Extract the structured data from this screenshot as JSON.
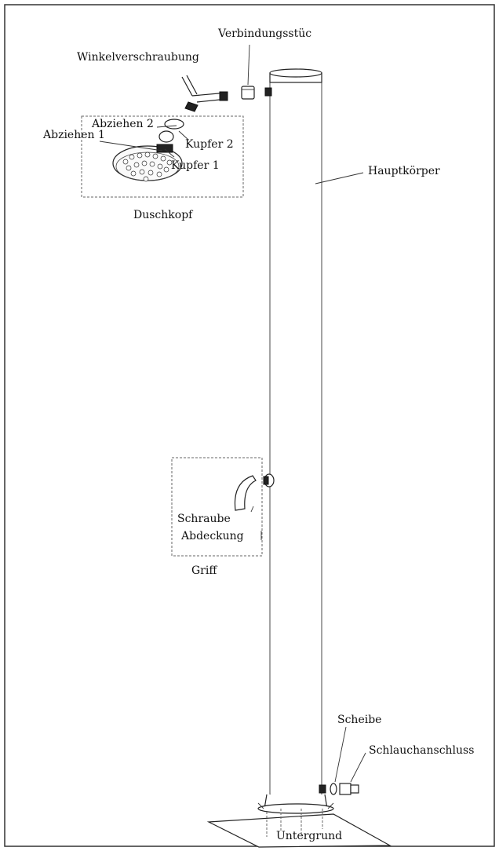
{
  "labels": {
    "connector": "Verbindungsstüc",
    "elbow": "Winkelverschraubung",
    "pull2": "Abziehen 2",
    "pull1": "Abziehen 1",
    "copper2": "Kupfer 2",
    "copper1": "Kupfer 1",
    "showerhead": "Duschkopf",
    "main_body": "Hauptkörper",
    "screw": "Schraube",
    "cover": "Abdeckung",
    "handle": "Griff",
    "washer": "Scheibe",
    "hose_connector": "Schlauchanschluss",
    "base": "Untergrund"
  }
}
